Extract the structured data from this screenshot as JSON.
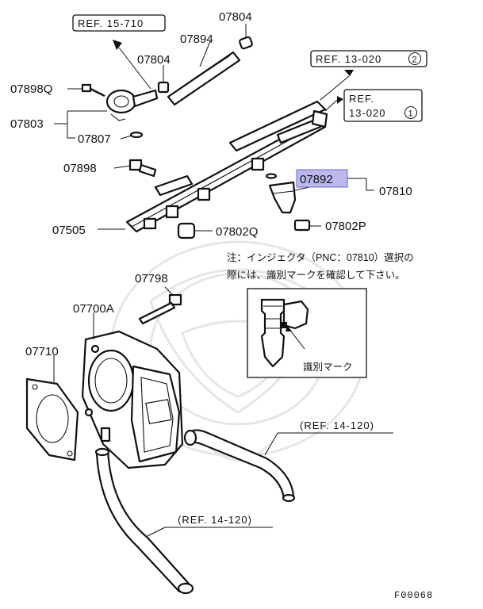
{
  "labels": {
    "p07804a": "07804",
    "p07804b": "07804",
    "p07894": "07894",
    "p07898q": "07898Q",
    "p07803": "07803",
    "p07807": "07807",
    "p07898": "07898",
    "p07892": "07892",
    "p07810": "07810",
    "p07505": "07505",
    "p07802q": "07802Q",
    "p07802p": "07802P",
    "p07798": "07798",
    "p07700a": "07700A",
    "p07710": "07710"
  },
  "refs": {
    "ref_15_710": "REF. 15-710",
    "ref_13_020_2": "REF. 13-020",
    "ref_13_020_2_circle": "2",
    "ref_13_020_1_line1": "REF.",
    "ref_13_020_1_line2": "13-020",
    "ref_13_020_1_circle": "1",
    "ref_14_120_a": "(REF. 14-120)",
    "ref_14_120_b": "(REF. 14-120)"
  },
  "note": {
    "line1": "注：インジェクタ（PNC：07810）選択の",
    "line2": "際には、識別マークを確認して下さい。",
    "id_mark": "識別マーク"
  },
  "figure_code": "F00068",
  "colors": {
    "highlight_fill": "#b9b9ec",
    "highlight_stroke": "#6a6ad0",
    "ink": "#111111",
    "watermark": "#e6e6e6"
  }
}
